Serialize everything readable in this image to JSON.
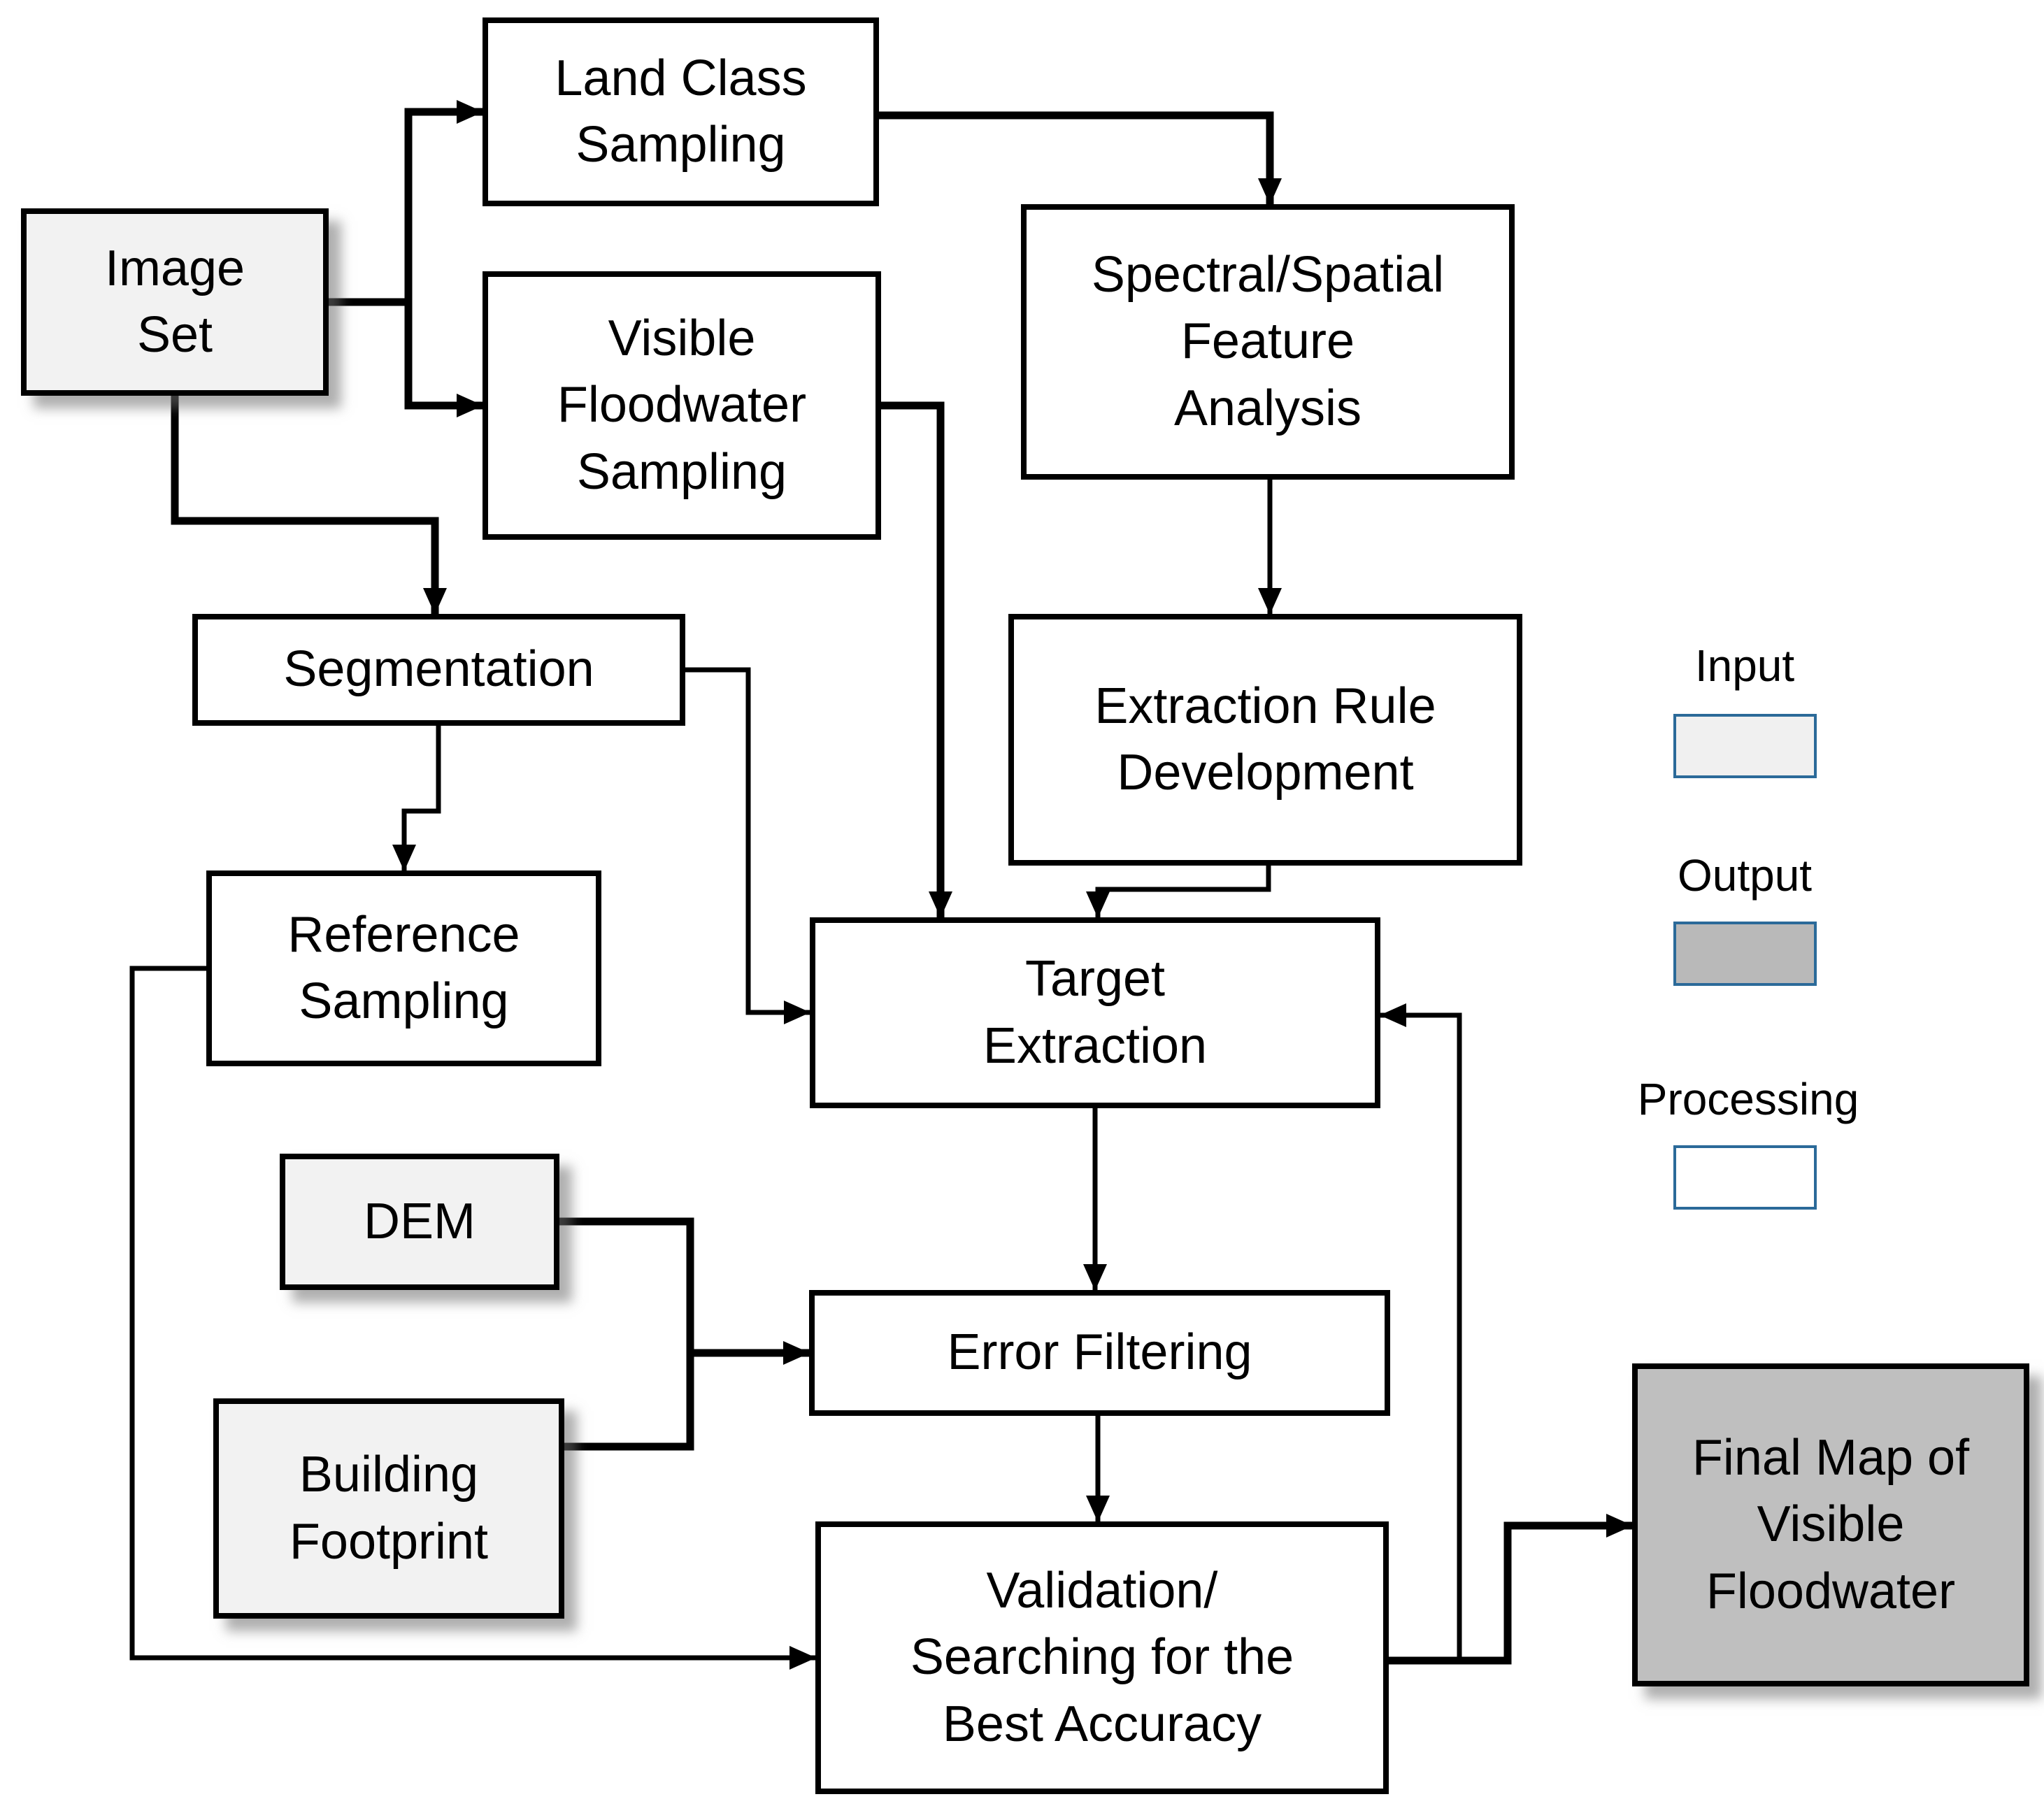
{
  "diagram": {
    "nodes": [
      {
        "id": "image-set",
        "label": "Image\nSet",
        "type": "input"
      },
      {
        "id": "land-class",
        "label": "Land Class\nSampling",
        "type": "processing"
      },
      {
        "id": "visible-flood",
        "label": "Visible\nFloodwater\nSampling",
        "type": "processing"
      },
      {
        "id": "spectral",
        "label": "Spectral/Spatial\nFeature\nAnalysis",
        "type": "processing"
      },
      {
        "id": "segmentation",
        "label": "Segmentation",
        "type": "processing"
      },
      {
        "id": "extraction-rule",
        "label": "Extraction Rule\nDevelopment",
        "type": "processing"
      },
      {
        "id": "reference",
        "label": "Reference\nSampling",
        "type": "processing"
      },
      {
        "id": "dem",
        "label": "DEM",
        "type": "input"
      },
      {
        "id": "building",
        "label": "Building\nFootprint",
        "type": "input"
      },
      {
        "id": "target",
        "label": "Target\nExtraction",
        "type": "processing"
      },
      {
        "id": "error-filtering",
        "label": "Error Filtering",
        "type": "processing"
      },
      {
        "id": "validation",
        "label": "Validation/\nSearching for the\nBest Accuracy",
        "type": "processing"
      },
      {
        "id": "final-map",
        "label": "Final Map of\nVisible\nFloodwater",
        "type": "output"
      }
    ],
    "edges": [
      {
        "from": "Image Set",
        "to": "Land Class Sampling"
      },
      {
        "from": "Image Set",
        "to": "Visible Floodwater Sampling"
      },
      {
        "from": "Image Set",
        "to": "Segmentation"
      },
      {
        "from": "Land Class Sampling",
        "to": "Spectral/Spatial Feature Analysis"
      },
      {
        "from": "Spectral/Spatial Feature Analysis",
        "to": "Extraction Rule Development"
      },
      {
        "from": "Extraction Rule Development",
        "to": "Target Extraction"
      },
      {
        "from": "Visible Floodwater Sampling",
        "to": "Target Extraction"
      },
      {
        "from": "Segmentation",
        "to": "Target Extraction"
      },
      {
        "from": "Segmentation",
        "to": "Reference Sampling"
      },
      {
        "from": "Reference Sampling",
        "to": "Validation/Searching for the Best Accuracy"
      },
      {
        "from": "DEM",
        "to": "Error Filtering"
      },
      {
        "from": "Building Footprint",
        "to": "Error Filtering"
      },
      {
        "from": "Target Extraction",
        "to": "Error Filtering"
      },
      {
        "from": "Error Filtering",
        "to": "Validation/Searching for the Best Accuracy"
      },
      {
        "from": "Validation/Searching for the Best Accuracy",
        "to": "Target Extraction"
      },
      {
        "from": "Validation/Searching for the Best Accuracy",
        "to": "Final Map of Visible Floodwater"
      }
    ],
    "legend": {
      "items": [
        {
          "label": "Input",
          "type": "input"
        },
        {
          "label": "Output",
          "type": "output"
        },
        {
          "label": "Processing",
          "type": "processing"
        }
      ]
    },
    "colors": {
      "input_fill": "#f2f2f2",
      "output_fill": "#bfbfbf",
      "processing_fill": "#ffffff",
      "box_border": "#000000",
      "connector": "#000000",
      "legend_swatch_border": "#2b6a99"
    }
  }
}
